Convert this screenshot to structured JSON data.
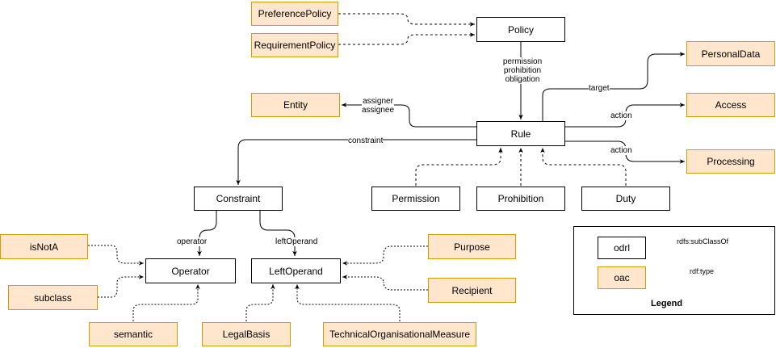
{
  "nodes": {
    "preference_policy": "PreferencePolicy",
    "requirement_policy": "RequirementPolicy",
    "policy": "Policy",
    "personal_data": "PersonalData",
    "entity": "Entity",
    "access": "Access",
    "rule": "Rule",
    "processing": "Processing",
    "constraint": "Constraint",
    "permission": "Permission",
    "prohibition": "Prohibition",
    "duty": "Duty",
    "is_not_a": "isNotA",
    "operator": "Operator",
    "left_operand": "LeftOperand",
    "purpose": "Purpose",
    "subclass": "subclass",
    "recipient": "Recipient",
    "semantic": "semantic",
    "legal_basis": "LegalBasis",
    "technical_measure": "TechnicalOrganisationalMeasure"
  },
  "edges": {
    "policy_rule_1": "permission",
    "policy_rule_2": "prohibition",
    "policy_rule_3": "obligation",
    "target": "target",
    "assigner": "assigner",
    "assignee": "assignee",
    "action_access": "action",
    "action_processing": "action",
    "constraint": "constraint",
    "operator": "operator",
    "left_operand": "leftOperand"
  },
  "legend": {
    "title": "Legend",
    "odrl": "odrl",
    "oac": "oac",
    "subclass_of": "rdfs:subClassOf",
    "type": "rdf:type"
  },
  "colors": {
    "odrl_fill": "#ffffff",
    "odrl_stroke": "#000000",
    "oac_fill": "#ffe6cc",
    "oac_stroke": "#d79b00"
  }
}
